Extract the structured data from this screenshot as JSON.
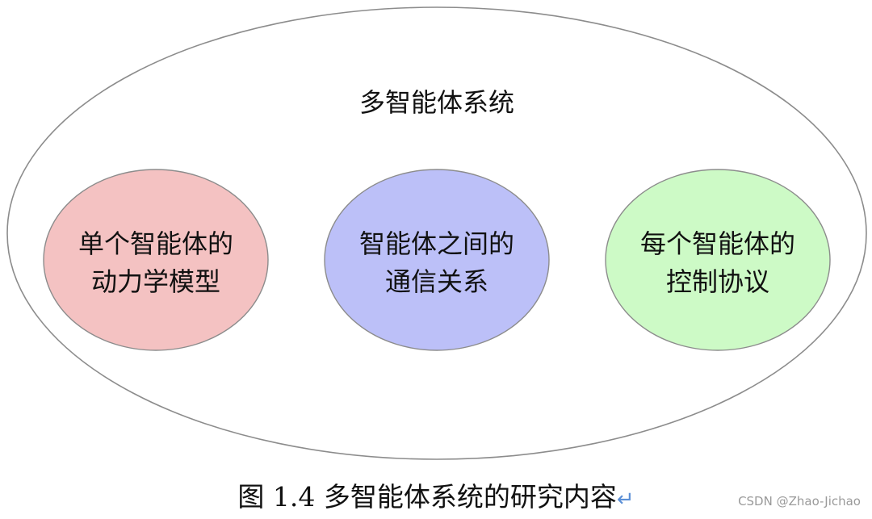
{
  "diagram": {
    "outer": {
      "label": "多智能体系统",
      "fill": "#ffffff",
      "stroke": "#8c8c8c"
    },
    "circles": [
      {
        "lines": [
          "单个智能体的",
          "动力学模型"
        ],
        "fill": "#f4c2c2",
        "stroke": "#8c8c8c"
      },
      {
        "lines": [
          "智能体之间的",
          "通信关系"
        ],
        "fill": "#bcc0f8",
        "stroke": "#8c8c8c"
      },
      {
        "lines": [
          "每个智能体的",
          "控制协议"
        ],
        "fill": "#cdfac6",
        "stroke": "#8c8c8c"
      }
    ]
  },
  "caption": {
    "text": "图 1.4  多智能体系统的研究内容",
    "return_mark": "↵"
  },
  "watermark": "CSDN @Zhao-Jichao"
}
